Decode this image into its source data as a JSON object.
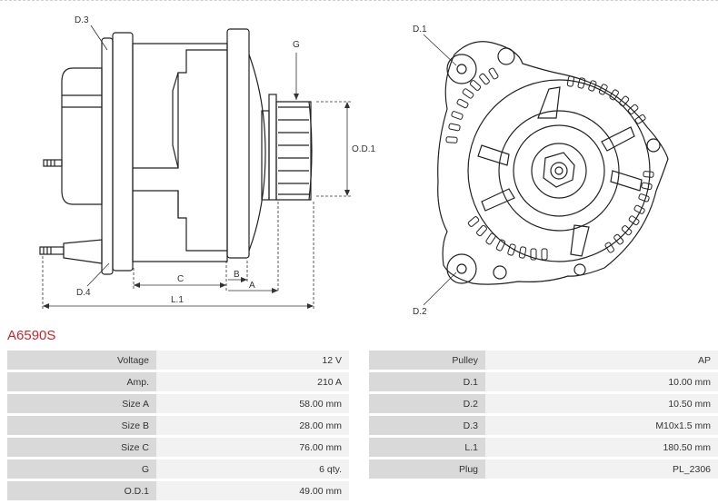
{
  "product": {
    "code": "A6590S"
  },
  "drawing_labels": {
    "d3": "D.3",
    "d4": "D.4",
    "g": "G",
    "od1": "O.D.1",
    "c": "C",
    "b": "B",
    "a": "A",
    "l1": "L.1",
    "d1": "D.1",
    "d2": "D.2"
  },
  "specs": {
    "left": [
      {
        "label": "Voltage",
        "value": "12 V"
      },
      {
        "label": "Amp.",
        "value": "210 A"
      },
      {
        "label": "Size A",
        "value": "58.00 mm"
      },
      {
        "label": "Size B",
        "value": "28.00 mm"
      },
      {
        "label": "Size C",
        "value": "76.00 mm"
      },
      {
        "label": "G",
        "value": "6 qty."
      },
      {
        "label": "O.D.1",
        "value": "49.00 mm"
      }
    ],
    "right": [
      {
        "label": "Pulley",
        "value": "AP"
      },
      {
        "label": "D.1",
        "value": "10.00 mm"
      },
      {
        "label": "D.2",
        "value": "10.50 mm"
      },
      {
        "label": "D.3",
        "value": "M10x1.5 mm"
      },
      {
        "label": "L.1",
        "value": "180.50 mm"
      },
      {
        "label": "Plug",
        "value": "PL_2306"
      }
    ]
  }
}
